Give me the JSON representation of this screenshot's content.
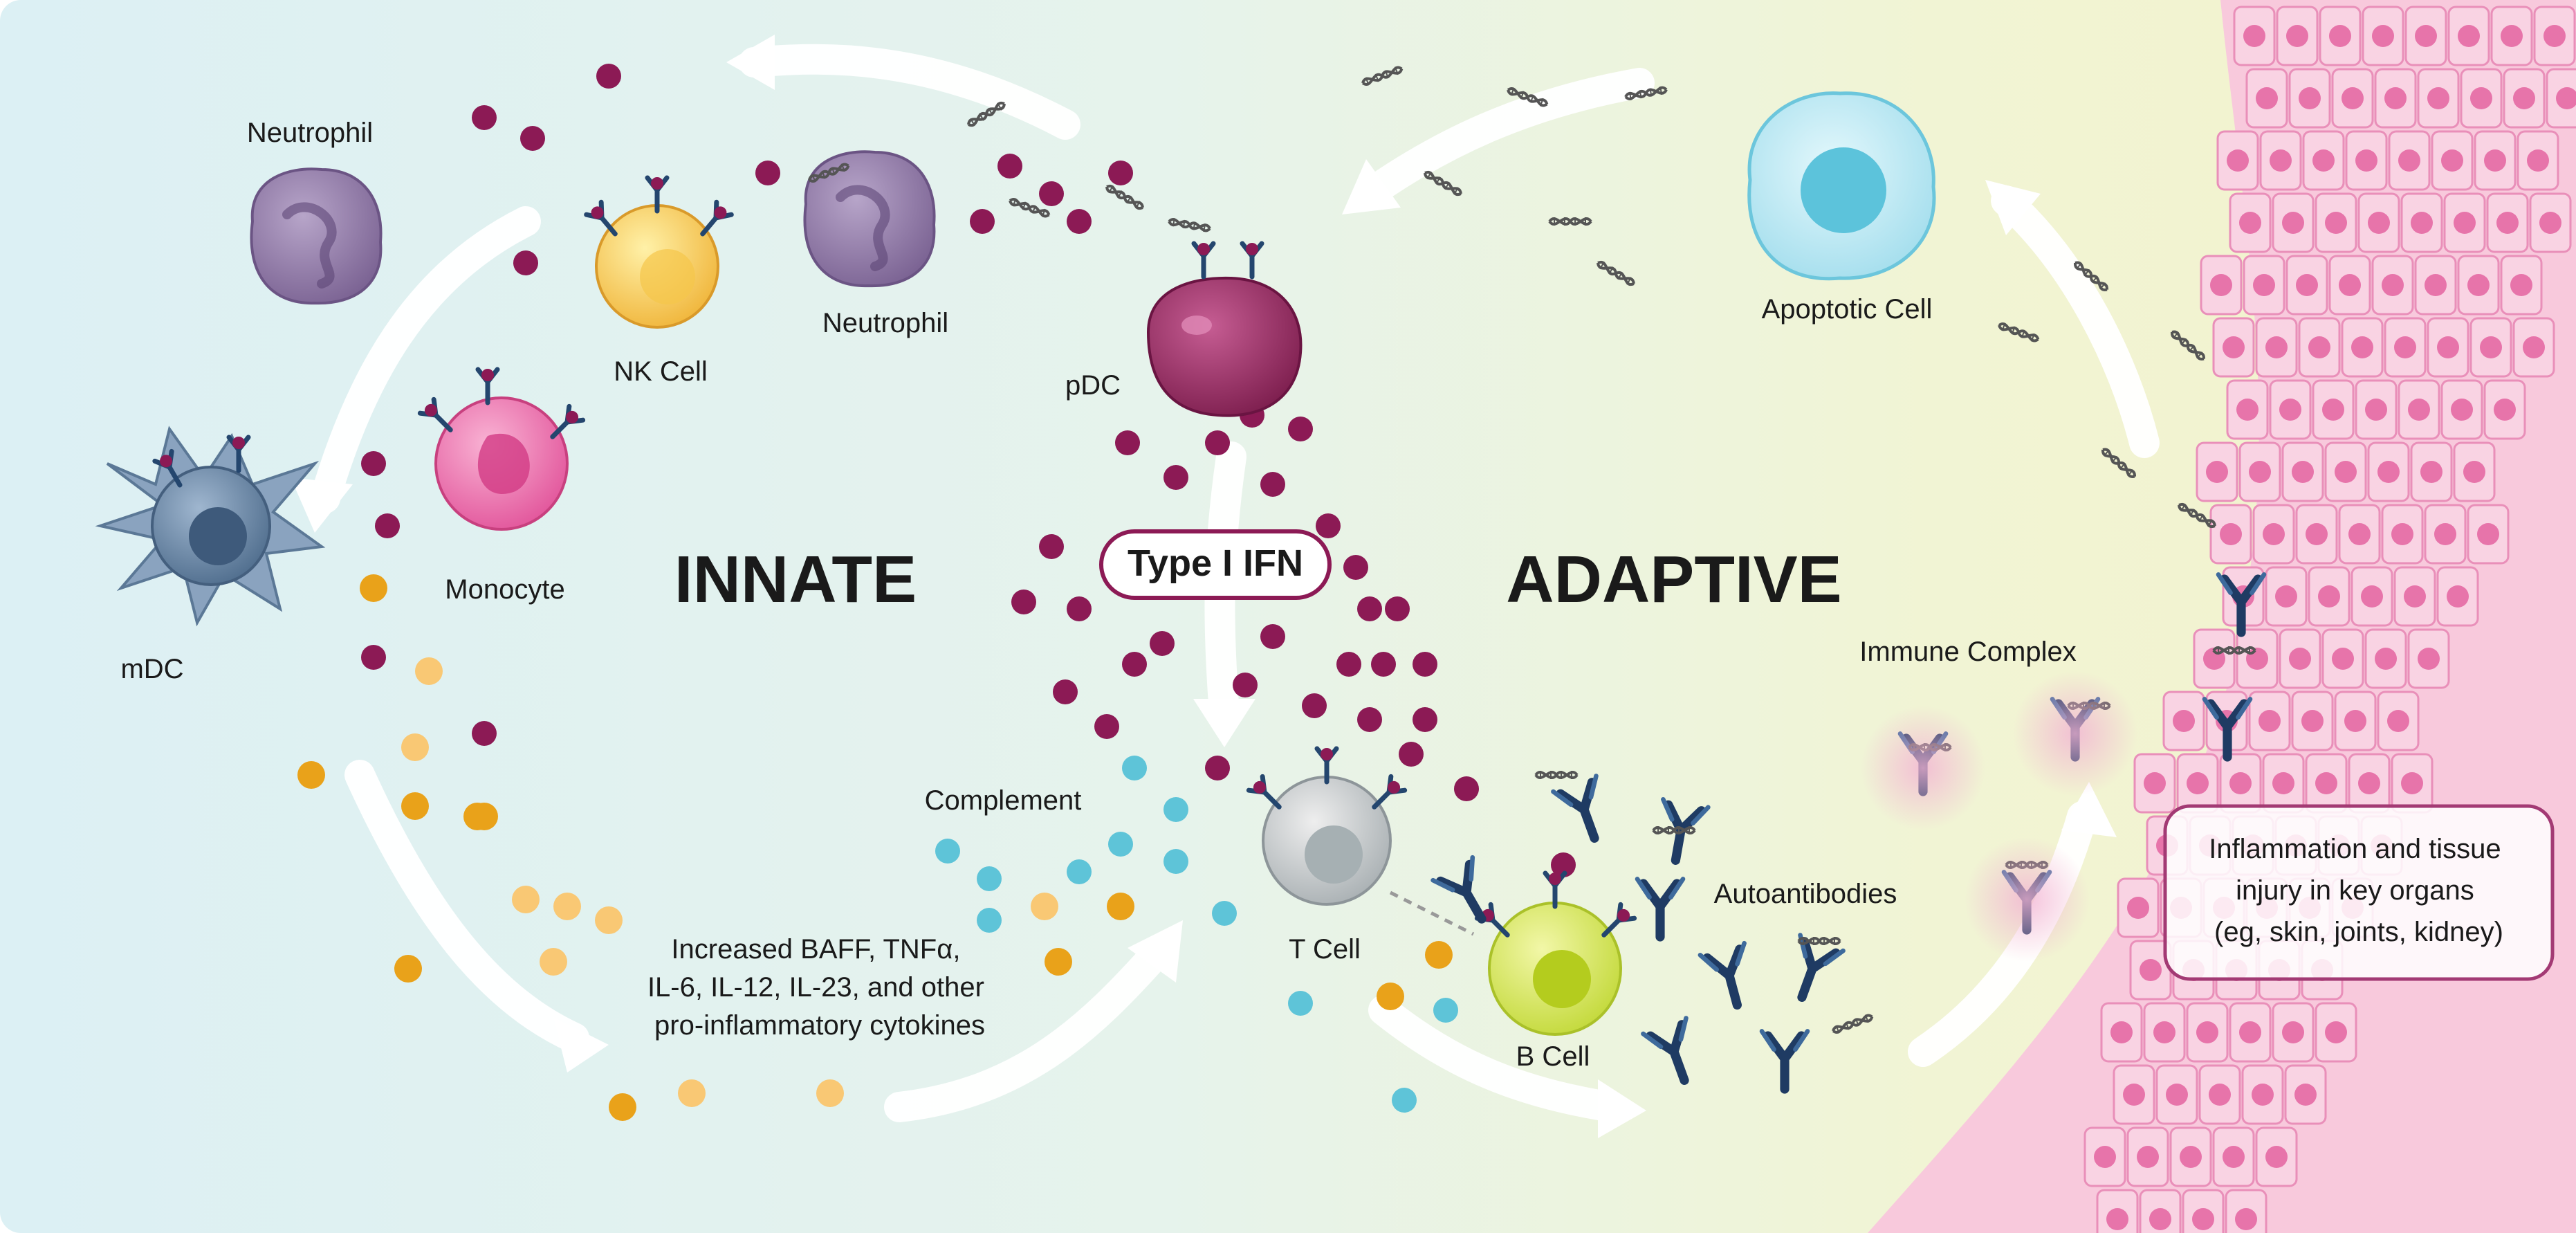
{
  "labels": {
    "innate": "INNATE",
    "adaptive": "ADAPTIVE",
    "type_ifn": "Type I IFN",
    "neutrophil_left": "Neutrophil",
    "neutrophil_center": "Neutrophil",
    "nk_cell": "NK Cell",
    "monocyte": "Monocyte",
    "mdc": "mDC",
    "pdc": "pDC",
    "apoptotic_cell": "Apoptotic Cell",
    "complement": "Complement",
    "t_cell": "T Cell",
    "b_cell": "B Cell",
    "autoantibodies": "Autoantibodies",
    "immune_complex": "Immune Complex",
    "cytokines": [
      "Increased BAFF, TNFα,",
      "IL-6, IL-12, IL-23, and other",
      "pro-inflammatory cytokines"
    ],
    "inflammation": [
      "Inflammation and tissue",
      "injury in key organs",
      "(eg, skin, joints, kidney)"
    ]
  },
  "colors": {
    "interferon": "#8c1a55",
    "cytokine_light": "#f9c874",
    "cytokine_dark": "#e9a21a",
    "complement": "#5ec4d8",
    "antibody": "#1f3b63",
    "tissue": "#f5b6d1",
    "nucleus": "#e774aa",
    "arrow": "#ffffff"
  }
}
